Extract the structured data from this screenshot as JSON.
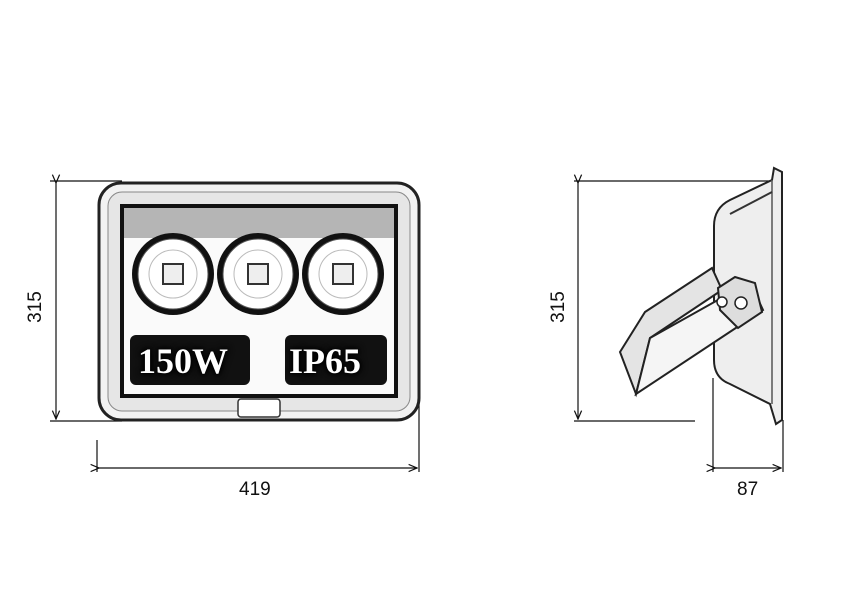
{
  "front_view": {
    "power_label": "150W",
    "ip_label": "IP65"
  },
  "dimensions": {
    "front_height": "315",
    "front_width": "419",
    "side_height": "315",
    "side_depth": "87"
  }
}
